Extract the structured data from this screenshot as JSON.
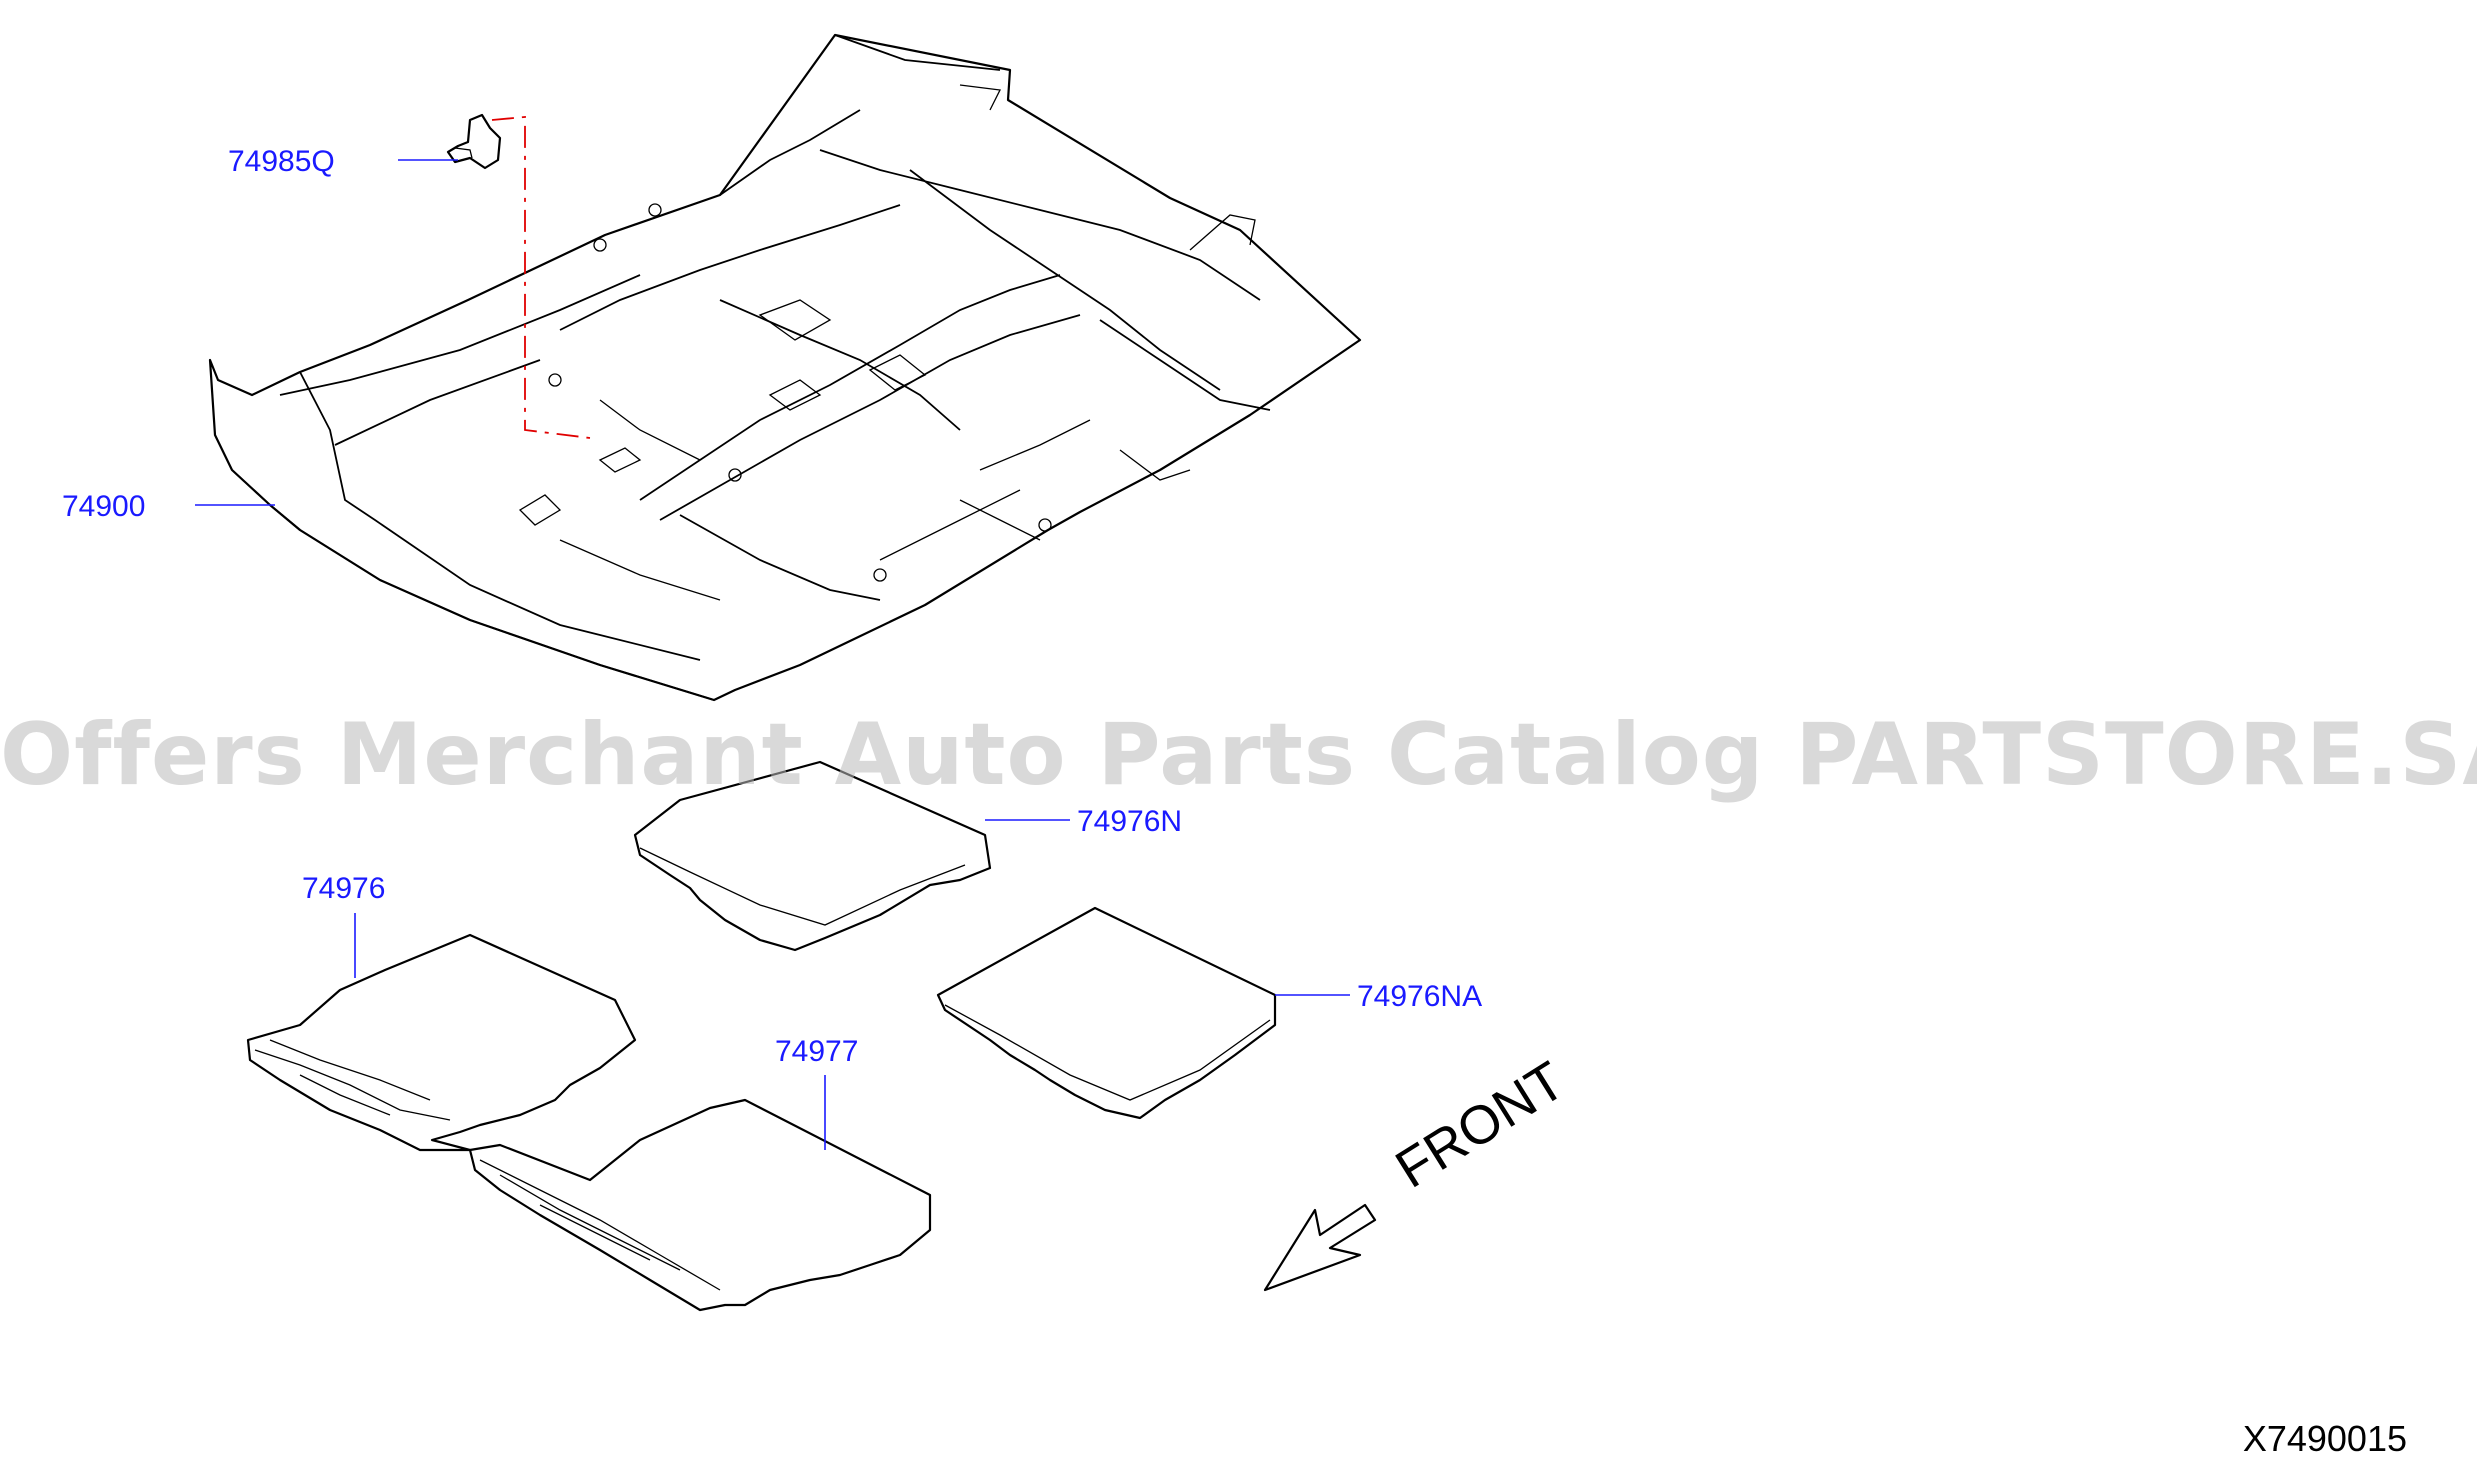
{
  "watermark": "Offers Merchant Auto Parts Catalog PARTSTORE.SA",
  "diagram_code": "X7490015",
  "direction_label": "FRONT",
  "parts": [
    {
      "id": "74985Q"
    },
    {
      "id": "74900"
    },
    {
      "id": "74976N"
    },
    {
      "id": "74976"
    },
    {
      "id": "74976NA"
    },
    {
      "id": "74977"
    }
  ],
  "colors": {
    "label": "#1a1aff",
    "leader": "#1a1aff",
    "fastener_line": "#e00000",
    "watermark": "#b9b9b9"
  }
}
